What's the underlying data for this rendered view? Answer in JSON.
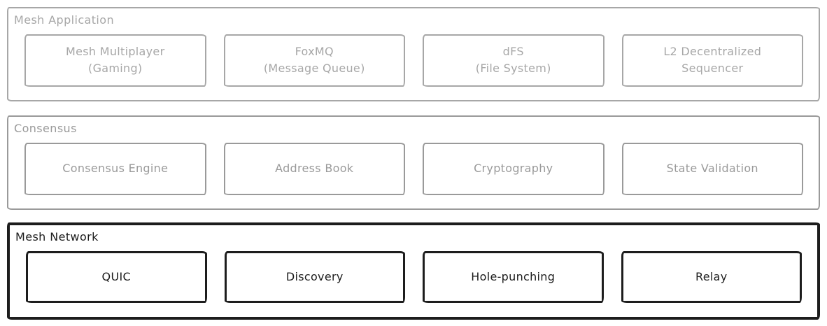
{
  "diagram": {
    "style": "hand-drawn sketch (excalidraw-like)",
    "background_color": "#ffffff",
    "box_fill_color": "#ffffff",
    "layers": [
      {
        "label": "Mesh Application",
        "color": "#a7a7a7",
        "emphasis": "muted",
        "boxes": [
          "Mesh Multiplayer\n(Gaming)",
          "FoxMQ\n(Message Queue)",
          "dFS\n(File System)",
          "L2 Decentralized\nSequencer"
        ]
      },
      {
        "label": "Consensus",
        "color": "#9a9a9a",
        "emphasis": "muted",
        "boxes": [
          "Consensus Engine",
          "Address Book",
          "Cryptography",
          "State Validation"
        ]
      },
      {
        "label": "Mesh Network",
        "color": "#1d1d1d",
        "emphasis": "bold",
        "boxes": [
          "QUIC",
          "Discovery",
          "Hole-punching",
          "Relay"
        ]
      }
    ]
  }
}
